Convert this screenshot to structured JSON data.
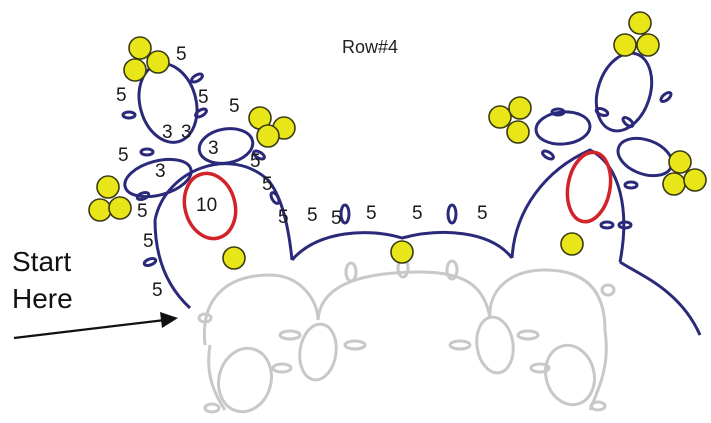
{
  "title": "Row#4",
  "start_label": [
    "Start",
    "Here"
  ],
  "colors": {
    "thread": "#2b2a7a",
    "ring_accent": "#d2232a",
    "bead_fill": "#e8e619",
    "bead_stroke": "#3a3a10",
    "previous_rows": "#c8c8c8",
    "arrow": "#111111"
  },
  "stitch_counts": {
    "start_chain": [
      "5",
      "5",
      "5"
    ],
    "left_cluster": [
      "5",
      "5",
      "5",
      "3",
      "3",
      "3",
      "5",
      "3",
      "5",
      "5",
      "5",
      "5"
    ],
    "center_ring": "10",
    "middle_chain": [
      "5",
      "5",
      "5",
      "5",
      "5"
    ]
  }
}
